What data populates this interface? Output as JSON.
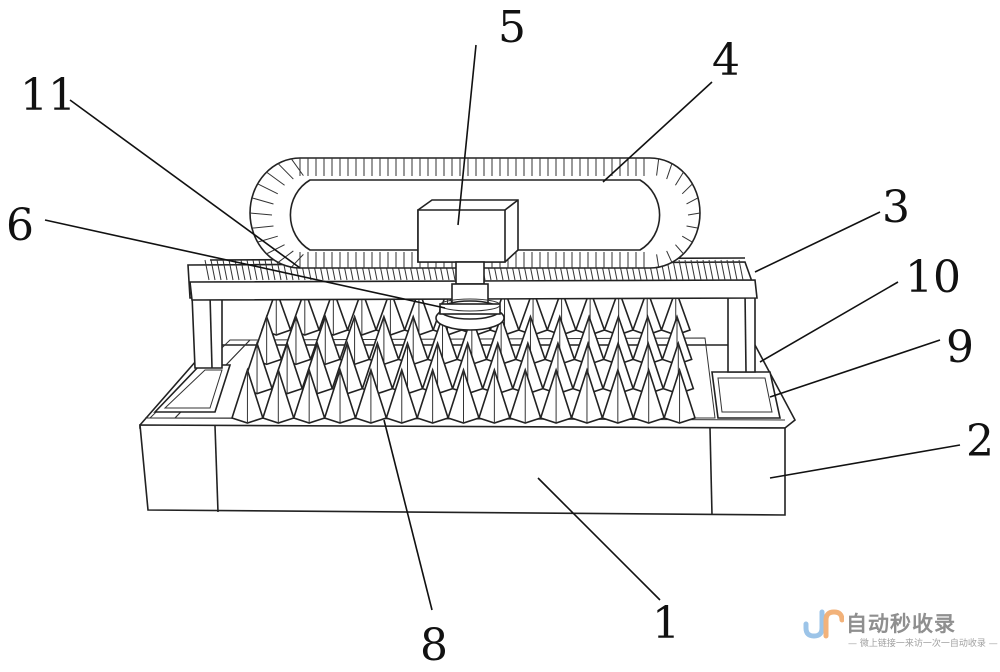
{
  "labels": [
    {
      "key": "1",
      "text": "1"
    },
    {
      "key": "2",
      "text": "2"
    },
    {
      "key": "3",
      "text": "3"
    },
    {
      "key": "4",
      "text": "4"
    },
    {
      "key": "5",
      "text": "5"
    },
    {
      "key": "6",
      "text": "6"
    },
    {
      "key": "8",
      "text": "8"
    },
    {
      "key": "9",
      "text": "9"
    },
    {
      "key": "10",
      "text": "10"
    },
    {
      "key": "11",
      "text": "11"
    }
  ],
  "watermark": {
    "title": "自动秒收录",
    "subtitle": "— 微上链接一来访一次一自动收录 —"
  },
  "colors": {
    "stroke": "#222222",
    "background": "#ffffff",
    "watermark": "#8f8f8f"
  }
}
